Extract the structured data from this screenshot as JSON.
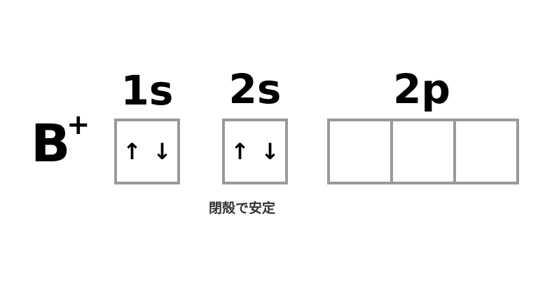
{
  "ion": {
    "symbol": "B",
    "charge": "+"
  },
  "orbitals": [
    {
      "label": "1s",
      "boxes": [
        {
          "up": "↑",
          "down": "↓"
        }
      ]
    },
    {
      "label": "2s",
      "boxes": [
        {
          "up": "↑",
          "down": "↓"
        }
      ]
    },
    {
      "label": "2p",
      "boxes": [
        {},
        {},
        {}
      ]
    }
  ],
  "caption": "閉殻で安定"
}
